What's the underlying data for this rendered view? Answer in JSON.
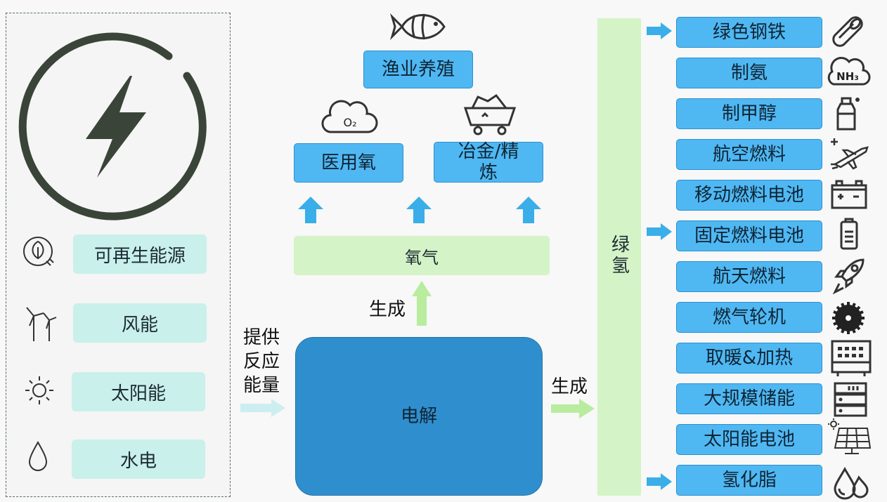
{
  "sources": {
    "renewable": "可再生能源",
    "wind": "风能",
    "solar": "太阳能",
    "hydro": "水电"
  },
  "left_labels": {
    "supply_line1": "提供",
    "supply_line2": "反应",
    "supply_line3": "能量"
  },
  "center": {
    "electrolysis": "电解",
    "generate1": "生成",
    "generate2": "生成",
    "oxygen": "氧气",
    "medical_oxygen": "医用氧",
    "metallurgy_line1": "冶金/精",
    "metallurgy_line2": "炼",
    "fishery": "渔业养殖",
    "o2_icon_text": "O₂"
  },
  "green_hydrogen": "绿氢",
  "applications": [
    {
      "label": "绿色钢铁",
      "icon": "steel-pipe-icon"
    },
    {
      "label": "制氨",
      "icon": "nh3-cloud-icon",
      "icon_text": "NH₃"
    },
    {
      "label": "制甲醇",
      "icon": "bottle-icon"
    },
    {
      "label": "航空燃料",
      "icon": "airplane-icon"
    },
    {
      "label": "移动燃料电池",
      "icon": "car-battery-icon"
    },
    {
      "label": "固定燃料电池",
      "icon": "battery-icon"
    },
    {
      "label": "航天燃料",
      "icon": "rocket-icon"
    },
    {
      "label": "燃气轮机",
      "icon": "turbine-gear-icon"
    },
    {
      "label": "取暖&加热",
      "icon": "heater-icon"
    },
    {
      "label": "大规模储能",
      "icon": "storage-rack-icon"
    },
    {
      "label": "太阳能电池",
      "icon": "solar-panel-icon"
    },
    {
      "label": "氢化脂",
      "icon": "oil-drops-icon"
    }
  ],
  "colors": {
    "app_box": "#4fb8f3",
    "arrow_blue": "#3aaee8",
    "green": "#d4f3c6",
    "electrolysis": "#2f8fce",
    "teal": "#c9f0ea"
  }
}
